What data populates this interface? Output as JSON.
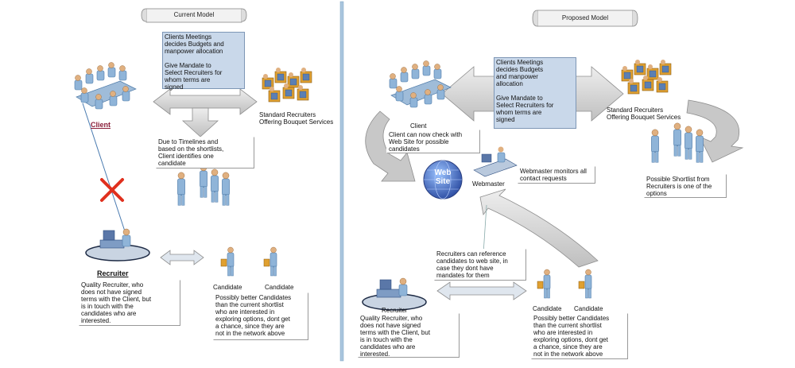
{
  "left": {
    "title": "Current Model",
    "meeting_text": "Clients Meetings\ndecides Budgets and\nmanpower allocation\n\nGive Mandate to\nSelect Recruiters for\nwhom terms are\nsigned",
    "standard_recruiters": "Standard Recruiters\nOffering Bouquet Services",
    "client_label": "Client",
    "timelines_text": "Due to Timelines and\nbased on the shortlists,\nClient identifies one\ncandidate",
    "recruiter_label": "Recruiter",
    "recruiter_text": "Quality Recruiter, who\ndoes not have signed\nterms with the Client,  but\nis in touch with the\ncandidates who are\ninterested.",
    "candidate1": "Candidate",
    "candidate2": "Candidate",
    "better_candidates": "Possibly better Candidates\nthan the current shortlist\nwho are interested in\nexploring options, dont get\na chance, since they are\nnot in the network above"
  },
  "right": {
    "title": "Proposed Model",
    "meeting_text": "Clients Meetings\ndecides Budgets\nand manpower\nallocation\n\nGive Mandate to\nSelect Recruiters for\nwhom terms are\nsigned",
    "standard_recruiters": "Standard Recruiters\nOffering Bouquet Services",
    "client_label": "Client",
    "client_check": "Client can now check with\nWeb Site for possible\ncandidates",
    "website_text": "Web\nSite",
    "webmaster_label": "Webmaster",
    "webmaster_text": "Webmaster monitors all\ncontact requests",
    "shortlist_text": "Possible Shortlist from\nRecruiters is one of the\noptions",
    "recruiters_ref": "Recruiters can reference\ncandidates to web site, in\ncase they dont have\nmandates for them",
    "recruiter_label": "Recruiter",
    "recruiter_text": "Quality Recruiter, who\ndoes not have signed\nterms with the Client,  but\nis in touch with the\ncandidates who are\ninterested.",
    "candidate1": "Candidate",
    "candidate2": "Candidate",
    "better_candidates": "Possibly better Candidates\nthan the current shortlist\nwho are interested in\nexploring options, dont get\na chance, since they are\nnot in the network above"
  },
  "colors": {
    "figure": "#8fb4d8",
    "figure_dark": "#4f7ba8",
    "head": "#e0b080",
    "arrow_fill": "#d6d6d6",
    "arrow_stroke": "#9a9a9a",
    "meeting_box": "#c9d8ea",
    "divider": "#8fb3d0",
    "globe": "#4e6fc4",
    "cross": "#e0301e",
    "cube": "#e0a030"
  }
}
